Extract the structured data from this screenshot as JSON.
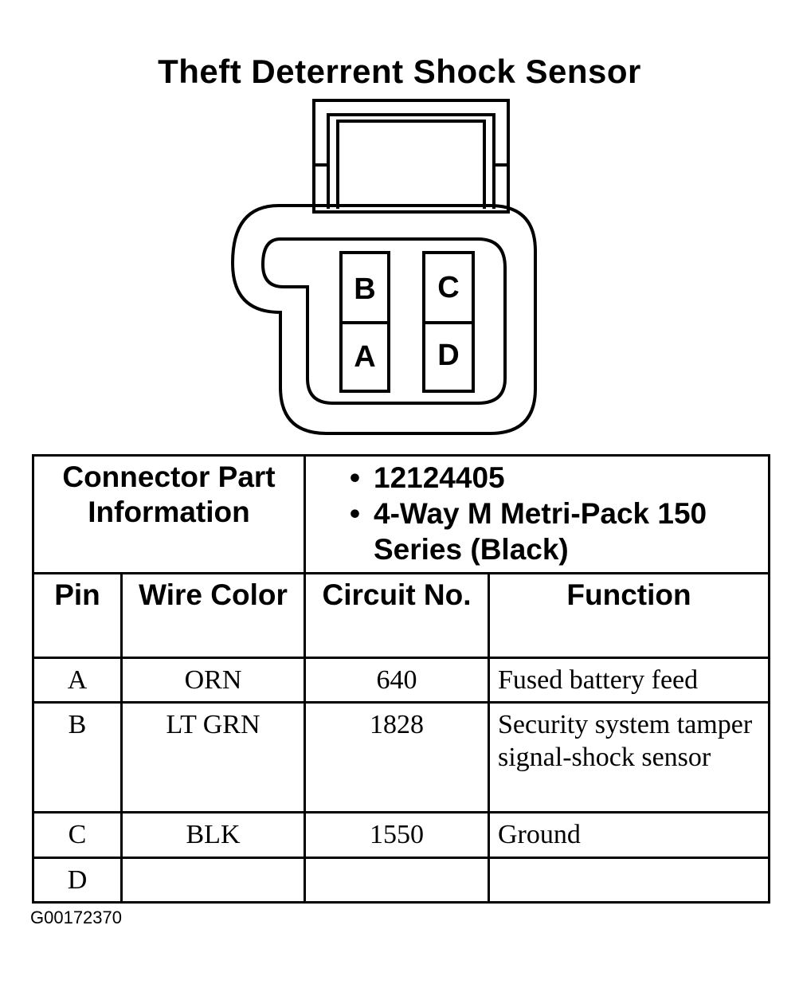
{
  "title": "Theft Deterrent Shock Sensor",
  "connector": {
    "pins": {
      "top_left": "B",
      "top_right": "C",
      "bottom_left": "A",
      "bottom_right": "D"
    }
  },
  "part_info": {
    "label": "Connector Part Information",
    "items": [
      "12124405",
      "4-Way M Metri-Pack 150 Series (Black)"
    ]
  },
  "table": {
    "headers": {
      "pin": "Pin",
      "wire_color": "Wire Color",
      "circuit_no": "Circuit No.",
      "function": "Function"
    },
    "rows": [
      {
        "pin": "A",
        "wire_color": "ORN",
        "circuit": "640",
        "function": "Fused battery feed"
      },
      {
        "pin": "B",
        "wire_color": "LT GRN",
        "circuit": "1828",
        "function": "Security system tamper signal-shock sensor"
      },
      {
        "pin": "C",
        "wire_color": "BLK",
        "circuit": "1550",
        "function": "Ground"
      },
      {
        "pin": "D",
        "wire_color": "",
        "circuit": "",
        "function": ""
      }
    ]
  },
  "image_id": "G00172370"
}
